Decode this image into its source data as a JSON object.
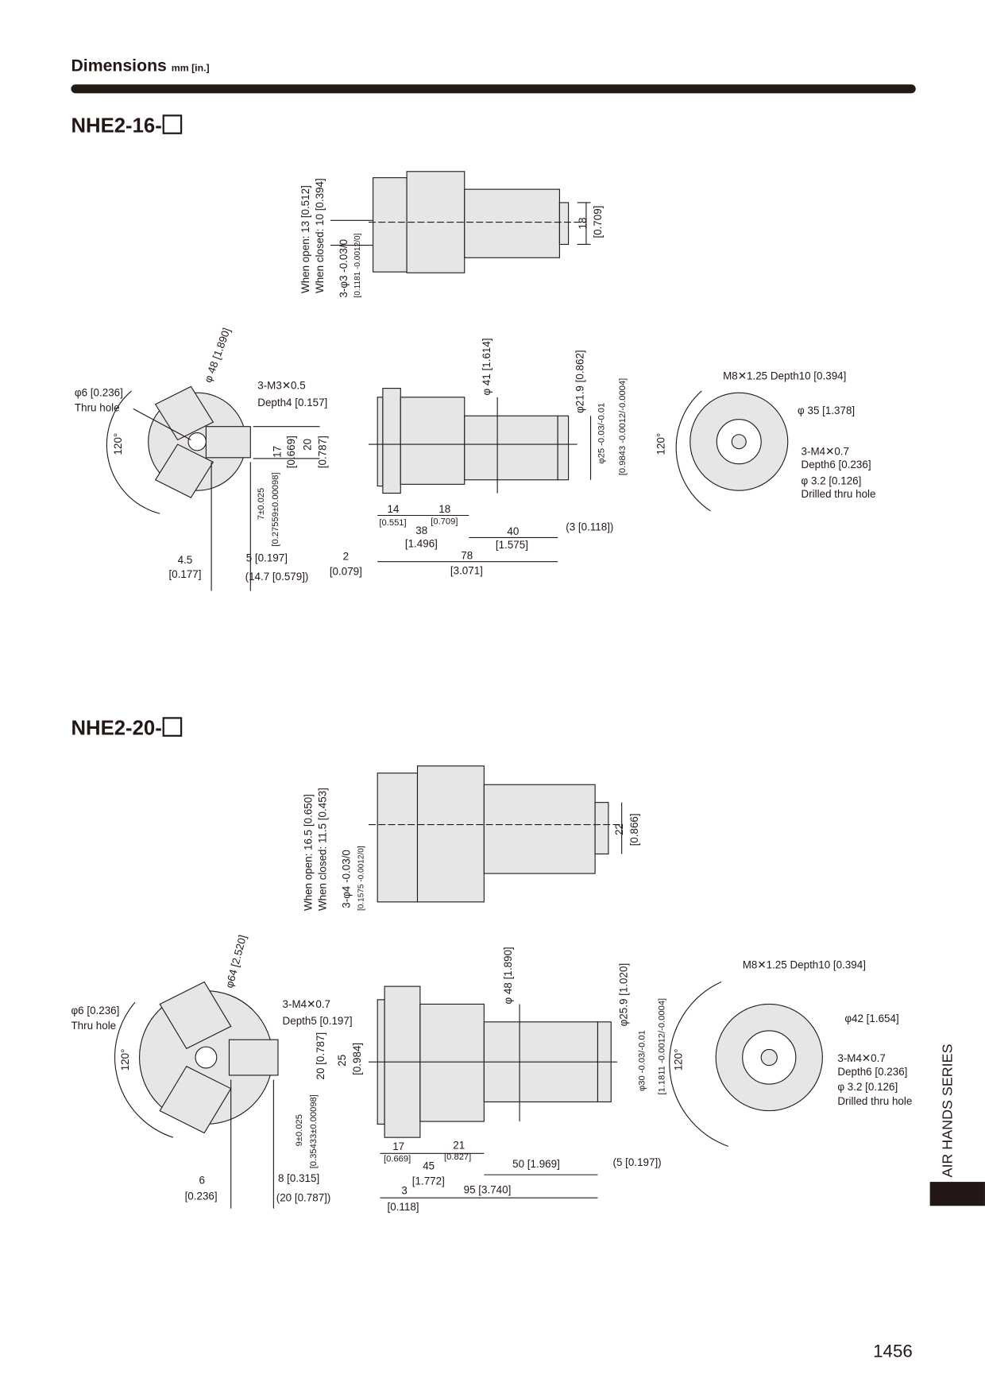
{
  "header": {
    "title": "Dimensions",
    "units": "mm [in.]"
  },
  "models": [
    {
      "name": "NHE2-16-",
      "top": {
        "open": "When open: 13 [0.512]",
        "closed": "When closed: 10 [0.394]",
        "pin": "3-φ3 -0.03/0",
        "pin_in": "[0.1181 -0.0012/0]",
        "h": "18",
        "h_in": "[0.709]"
      },
      "front": {
        "dia": "φ 48 [1.890]",
        "hole": "φ6 [0.236]",
        "hole2": "Thru hole",
        "tap": "3-M3✕0.5",
        "tap2": "Depth4 [0.157]",
        "angle": "120°",
        "d17": "17",
        "d17_in": "[0.669]",
        "d20": "20",
        "d20_in": "[0.787]",
        "d7": "7±0.025",
        "d7_in": "[0.27559±0.00098]",
        "d45": "4.5",
        "d45_in": "[0.177]",
        "d5": "5 [0.197]",
        "d147": "(14.7 [0.579])"
      },
      "side": {
        "d41": "φ 41 [1.614]",
        "d219": "φ21.9 [0.862]",
        "d25": "φ25 -0.03/-0.01",
        "d25_in": "[0.9843 -0.0012/-0.0004]",
        "d14": "14",
        "d14_in": "[0.551]",
        "d18": "18",
        "d18_in": "[0.709]",
        "d38": "38",
        "d38_in": "[1.496]",
        "d40": "40",
        "d40_in": "[1.575]",
        "d3": "(3 [0.118])",
        "d2": "2",
        "d2_in": "[0.079]",
        "d78": "78",
        "d78_in": "[3.071]"
      },
      "rear": {
        "m8": "M8✕1.25  Depth10 [0.394]",
        "d35": "φ 35 [1.378]",
        "m4": "3-M4✕0.7",
        "m4d": "Depth6 [0.236]",
        "d32": "φ 3.2 [0.126]",
        "drill": "Drilled thru hole",
        "angle": "120°"
      }
    },
    {
      "name": "NHE2-20-",
      "top": {
        "open": "When open: 16.5 [0.650]",
        "closed": "When closed: 11.5 [0.453]",
        "pin": "3-φ4 -0.03/0",
        "pin_in": "[0.1575 -0.0012/0]",
        "h": "22",
        "h_in": "[0.866]"
      },
      "front": {
        "dia": "φ64 [2.520]",
        "hole": "φ6 [0.236]",
        "hole2": "Thru hole",
        "tap": "3-M4✕0.7",
        "tap2": "Depth5 [0.197]",
        "angle": "120°",
        "d17": "20 [0.787]",
        "d20": "25",
        "d20_in": "[0.984]",
        "d7": "9±0.025",
        "d7_in": "[0.35433±0.00098]",
        "d45": "6",
        "d45_in": "[0.236]",
        "d5": "8 [0.315]",
        "d147": "(20 [0.787])"
      },
      "side": {
        "d41": "φ 48 [1.890]",
        "d219": "φ25.9 [1.020]",
        "d25": "φ30 -0.03/-0.01",
        "d25_in": "[1.1811 -0.0012/-0.0004]",
        "d14": "17",
        "d14_in": "[0.669]",
        "d18": "21",
        "d18_in": "[0.827]",
        "d38": "45",
        "d38_in": "[1.772]",
        "d40": "50 [1.969]",
        "d3": "(5 [0.197])",
        "d2": "3",
        "d2_in": "[0.118]",
        "d78": "95 [3.740]"
      },
      "rear": {
        "m8": "M8✕1.25  Depth10 [0.394]",
        "d35": "φ42 [1.654]",
        "m4": "3-M4✕0.7",
        "m4d": "Depth6 [0.236]",
        "d32": "φ 3.2 [0.126]",
        "drill": "Drilled thru hole",
        "angle": "120°"
      }
    }
  ],
  "side_tab": "AIR HANDS SERIES",
  "page_number": "1456"
}
